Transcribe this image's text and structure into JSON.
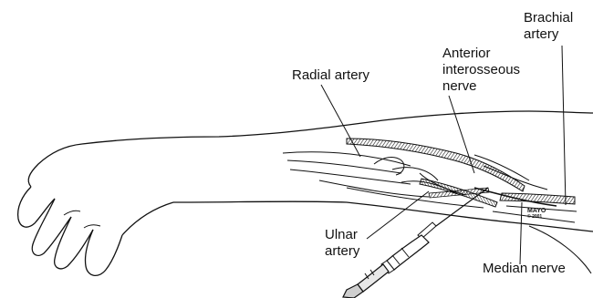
{
  "labels": {
    "brachial_artery": [
      "Brachial",
      "artery"
    ],
    "anterior_interosseous_nerve": [
      "Anterior",
      "interosseous",
      "nerve"
    ],
    "radial_artery": [
      "Radial artery"
    ],
    "ulnar_artery": [
      "Ulnar",
      "artery"
    ],
    "median_nerve": [
      "Median nerve"
    ]
  },
  "stamp": {
    "line1": "MAYO",
    "line2": "© 2001"
  },
  "colors": {
    "ink": "#111111",
    "paper": "#ffffff"
  }
}
